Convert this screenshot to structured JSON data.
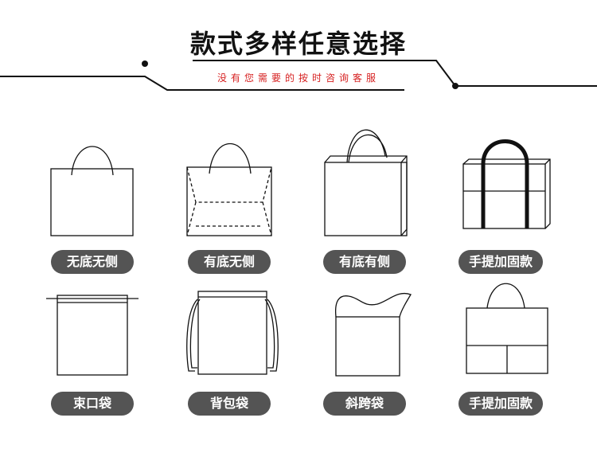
{
  "header": {
    "title": "款式多样任意选择",
    "subtitle": "没有您需要的按时咨询客服"
  },
  "colors": {
    "accent": "#d61f1f",
    "pill_bg": "#545454",
    "line": "#111111"
  },
  "items": [
    {
      "label": "无底无侧",
      "icon": "flat-bag-icon"
    },
    {
      "label": "有底无侧",
      "icon": "bottom-gusset-bag-icon"
    },
    {
      "label": "有底有侧",
      "icon": "box-bag-icon"
    },
    {
      "label": "手提加固款",
      "icon": "reinforced-tote-icon"
    },
    {
      "label": "束口袋",
      "icon": "drawstring-bag-icon"
    },
    {
      "label": "背包袋",
      "icon": "backpack-bag-icon"
    },
    {
      "label": "斜跨袋",
      "icon": "crossbody-bag-icon"
    },
    {
      "label": "手提加固款",
      "icon": "reinforced-handle-bag-icon"
    }
  ]
}
